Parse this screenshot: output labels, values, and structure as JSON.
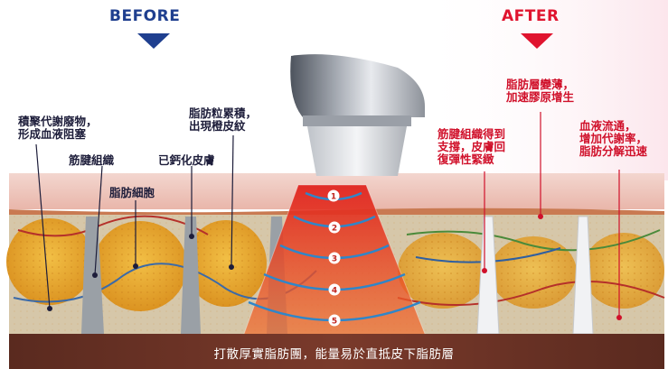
{
  "headings": {
    "before": "BEFORE",
    "after": "AFTER"
  },
  "colors": {
    "before_accent": "#1f3f8f",
    "after_accent": "#e0142f",
    "label_dark": "#1d1d3a",
    "label_red": "#d0102a",
    "fat": "#e6a628"
  },
  "labels_before": {
    "metabolic_waste": "積聚代謝廢物，\n形成血液阻塞",
    "tendon_tissue": "筋腱組織",
    "calcified_skin": "已鈣化皮膚",
    "fat_cells": "脂肪細胞",
    "orange_peel": "脂肪粒累積，\n出現橙皮紋"
  },
  "labels_after": {
    "tendon_support": "筋腱組織得到\n支撐，皮膚回\n復彈性緊緻",
    "fat_thinner": "脂肪層變薄，\n加速膠原增生",
    "blood_flow": "血液流通，\n增加代謝率，\n脂肪分解迅速"
  },
  "wave_numbers": [
    "1",
    "2",
    "3",
    "4",
    "5"
  ],
  "caption": "打散厚實脂肪團，能量易於直抵皮下脂肪層"
}
